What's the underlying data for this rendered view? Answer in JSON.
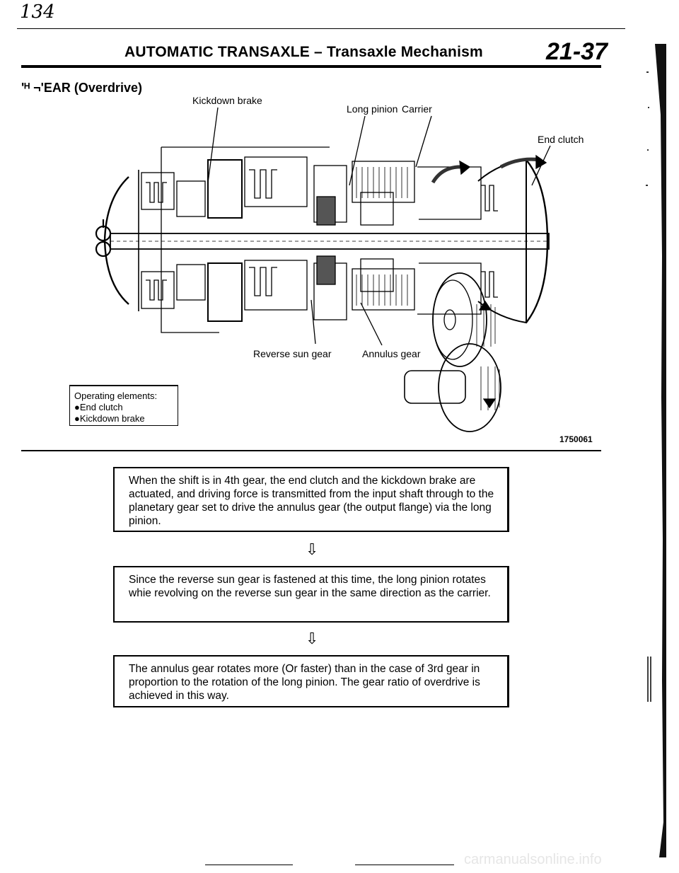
{
  "page": {
    "handwritten_number": "134",
    "header_title": "AUTOMATIC TRANSAXLE – Transaxle Mechanism",
    "header_page": "21-37",
    "section_title": "'ᴴ ¬'EAR (Overdrive)"
  },
  "figure": {
    "labels": {
      "kickdown_brake": "Kickdown brake",
      "long_pinion": "Long pinion",
      "carrier": "Carrier",
      "end_clutch": "End clutch",
      "reverse_sun_gear": "Reverse sun gear",
      "annulus_gear": "Annulus gear"
    },
    "operating_elements": {
      "title": "Operating elements:",
      "items": [
        "●End clutch",
        "●Kickdown brake"
      ]
    },
    "figure_number": "1750061"
  },
  "flow": {
    "boxes": [
      "When the shift is in 4th gear, the end clutch and the kickdown brake are actuated, and driving force is transmitted from the input shaft through to the planetary gear set to drive the annulus gear (the output flange) via the long pinion.",
      "Since the reverse sun gear is fastened at this time, the long pinion rotates whie revolving on the reverse sun gear in the same direction as the carrier.",
      "The annulus gear rotates more (Or faster) than in the case of 3rd gear in proportion to the rotation of the long pinion. The gear ratio of overdrive is achieved in this way."
    ],
    "arrow_glyph": "⇩"
  },
  "footer": {
    "watermark": "carmanualsonline.info"
  }
}
